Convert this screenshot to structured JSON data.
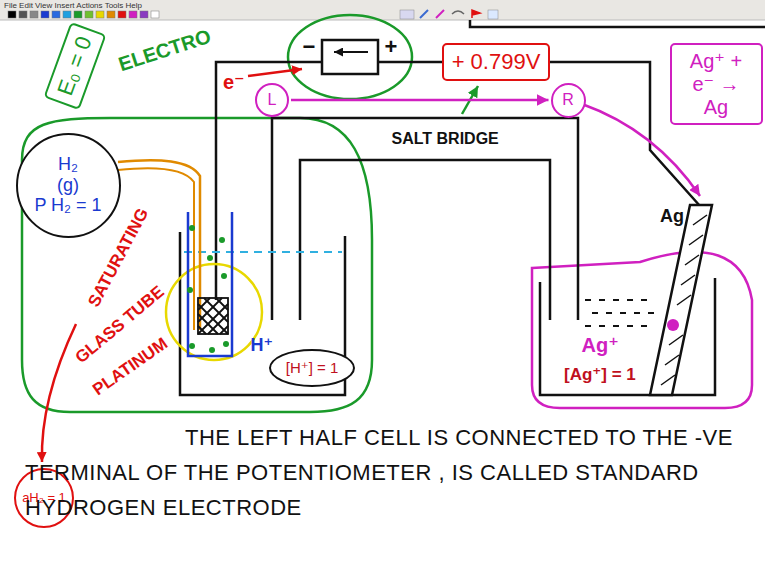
{
  "diagram": {
    "caption": "THE LEFT HALF CELL IS CONNECTED TO THE -VE TERMINAL OF THE POTENTIOMETER , IS CALLED STANDARD HYDROGEN ELECTRODE",
    "nodes": [
      {
        "text": [
          "E₀ = 0"
        ]
      },
      {
        "text": [
          "+ 0.799V"
        ]
      },
      {
        "text": [
          "Ag⁺ + e⁻ → Ag"
        ]
      },
      {
        "text": [
          "H₂",
          "(g)",
          "P H₂ = 1"
        ]
      },
      {
        "text": [
          "L"
        ]
      },
      {
        "text": [
          "R"
        ]
      },
      {
        "text": [
          "[H⁺] = 1"
        ]
      },
      {
        "text": [
          "aH₂ = 1"
        ]
      }
    ],
    "edges": [
      {
        "from": 4,
        "to": 5,
        "arrow": "to"
      }
    ],
    "labels": [
      "File Edit View Insert Actions Tools Help",
      "ELECTRO",
      "−",
      "+",
      "e⁻",
      "SALT BRIDGE",
      "SATURATING",
      "GLASS TUBE",
      "PLATINUM",
      "H⁺",
      "Ag",
      "Ag⁺",
      "[Ag⁺] = 1"
    ]
  }
}
